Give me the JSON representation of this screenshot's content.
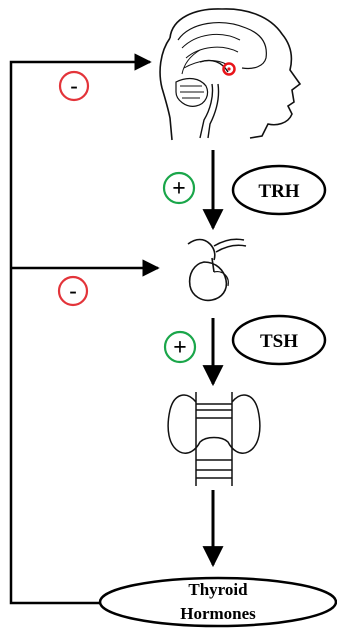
{
  "hormones": {
    "trh": "TRH",
    "tsh": "TSH",
    "thyroid_line1": "Thyroid",
    "thyroid_line2": "Hormones"
  },
  "signs": {
    "inhibit": "-",
    "stimulate": "+"
  },
  "colors": {
    "inhibit": "#e3343a",
    "stimulate": "#1aa64a",
    "line": "#000000",
    "hypothalamus_marker": "#e8141a"
  },
  "icons": [
    "brain-sagittal-icon",
    "pituitary-gland-icon",
    "thyroid-gland-icon"
  ]
}
